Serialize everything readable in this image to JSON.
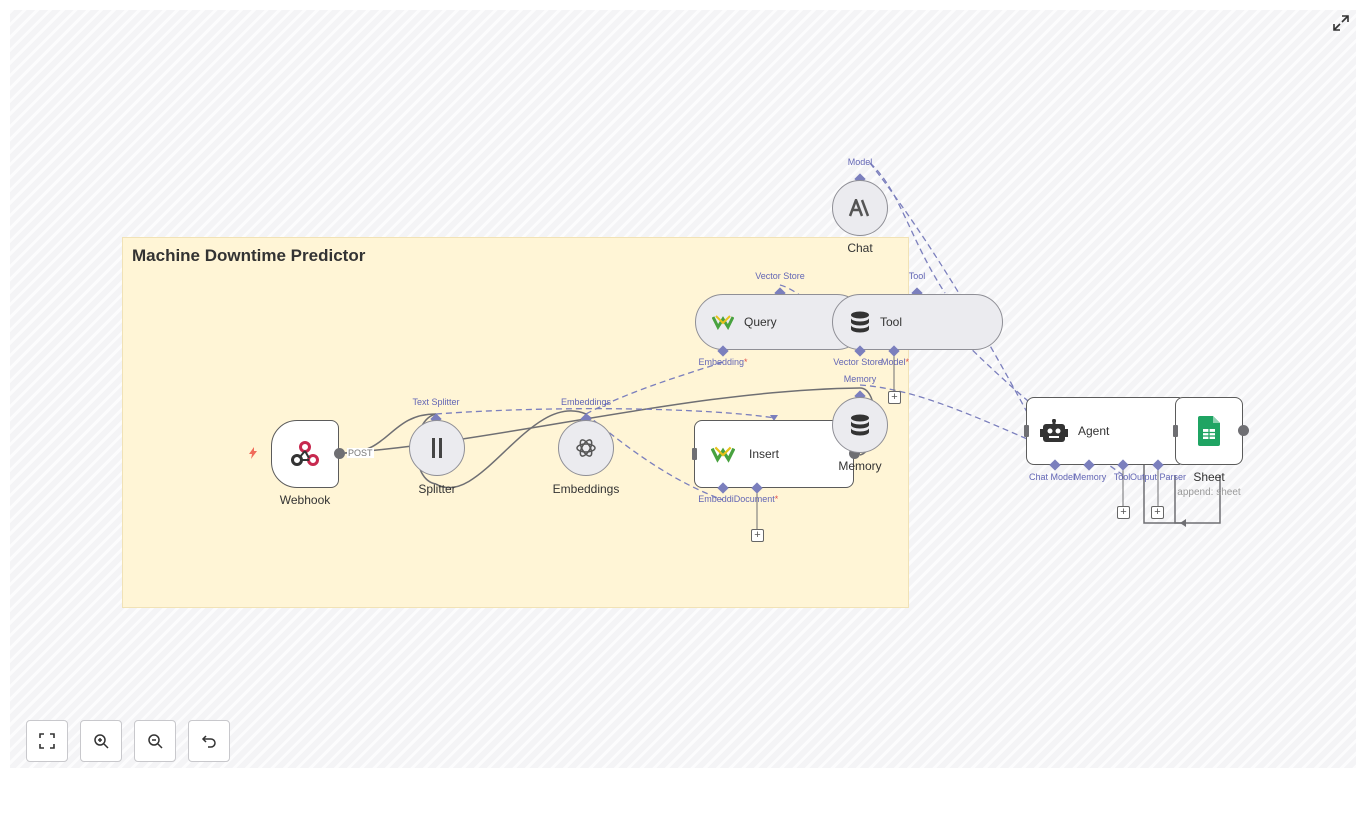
{
  "sticky": {
    "title": "Machine Downtime Predictor"
  },
  "nodes": {
    "webhook": {
      "label": "Webhook",
      "edge_label": "POST"
    },
    "splitter": {
      "label": "Splitter",
      "port_label": "Text Splitter"
    },
    "embeddings": {
      "label": "Embeddings",
      "port_label": "Embeddings"
    },
    "query": {
      "label": "Query",
      "port_top": "Vector Store",
      "port_bottom": "Embedding"
    },
    "tool": {
      "label": "Tool",
      "port_top": "Tool",
      "port_bottom_1": "Vector Store",
      "port_bottom_2": "Model"
    },
    "chat": {
      "label": "Chat",
      "port_top": "Model"
    },
    "insert": {
      "label": "Insert",
      "port_bottom_1": "Embeddi",
      "port_bottom_2": "Document"
    },
    "memory": {
      "label": "Memory",
      "port_top": "Memory"
    },
    "agent": {
      "label": "Agent",
      "ports": [
        "Chat Model",
        "Memory",
        "Tool",
        "Output Parser"
      ]
    },
    "sheet": {
      "label": "Sheet",
      "sublabel": "append: sheet"
    }
  },
  "required_marker": "*",
  "controls": [
    "fit-view",
    "zoom-in",
    "zoom-out",
    "undo"
  ],
  "colors": {
    "canvas": "#f4f4f6",
    "sticky": "#fff5d6",
    "port": "#7b7fbd",
    "port_label": "#6366b5",
    "required": "#e0504a",
    "webhook_icon": "#c7294f",
    "sheet_icon": "#1fa463",
    "vector_store_icon": "#48a23f"
  }
}
